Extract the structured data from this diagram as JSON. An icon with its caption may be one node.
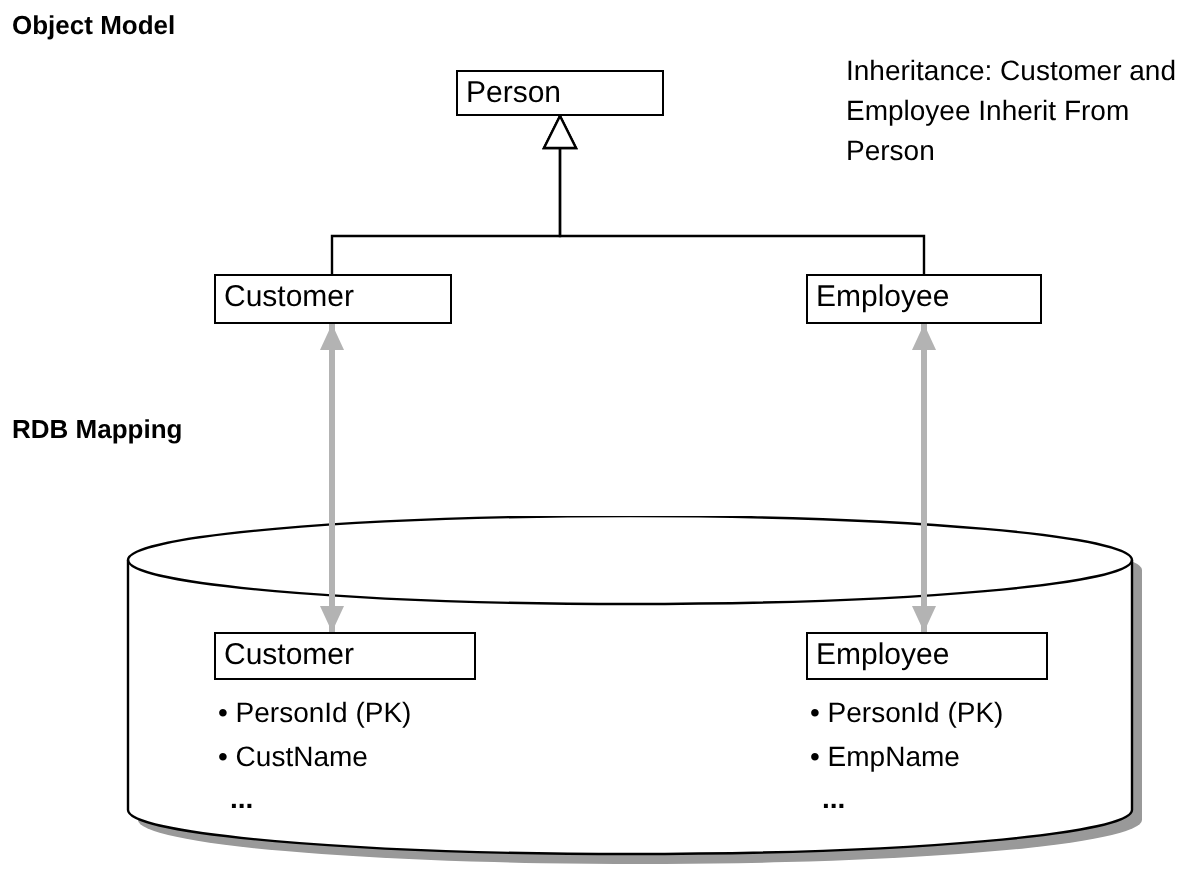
{
  "diagram": {
    "nodes": [
      {
        "text": [
          "Person"
        ]
      },
      {
        "text": [
          "Customer"
        ]
      },
      {
        "text": [
          "Employee"
        ]
      },
      {
        "text": [],
        "shape": "cylinder"
      },
      {
        "text": [
          "Customer"
        ],
        "in": 3,
        "beside": [
          "• PersonId (PK)",
          "• CustName",
          "..."
        ]
      },
      {
        "text": [
          "Employee"
        ],
        "in": 3,
        "beside": [
          "• PersonId (PK)",
          "• EmpName",
          "..."
        ]
      }
    ],
    "edges": [
      {
        "from": 1,
        "to": 0,
        "arrow": "to"
      },
      {
        "from": 2,
        "to": 0,
        "arrow": "to"
      },
      {
        "from": 1,
        "to": 4,
        "arrow": "both",
        "style": "thick",
        "color": "#b3b3b3"
      },
      {
        "from": 2,
        "to": 5,
        "arrow": "both",
        "style": "thick",
        "color": "#b3b3b3"
      }
    ],
    "labels": [
      "Object Model",
      "Inheritance: Customer and Employee Inherit From Person",
      "RDB Mapping"
    ]
  }
}
